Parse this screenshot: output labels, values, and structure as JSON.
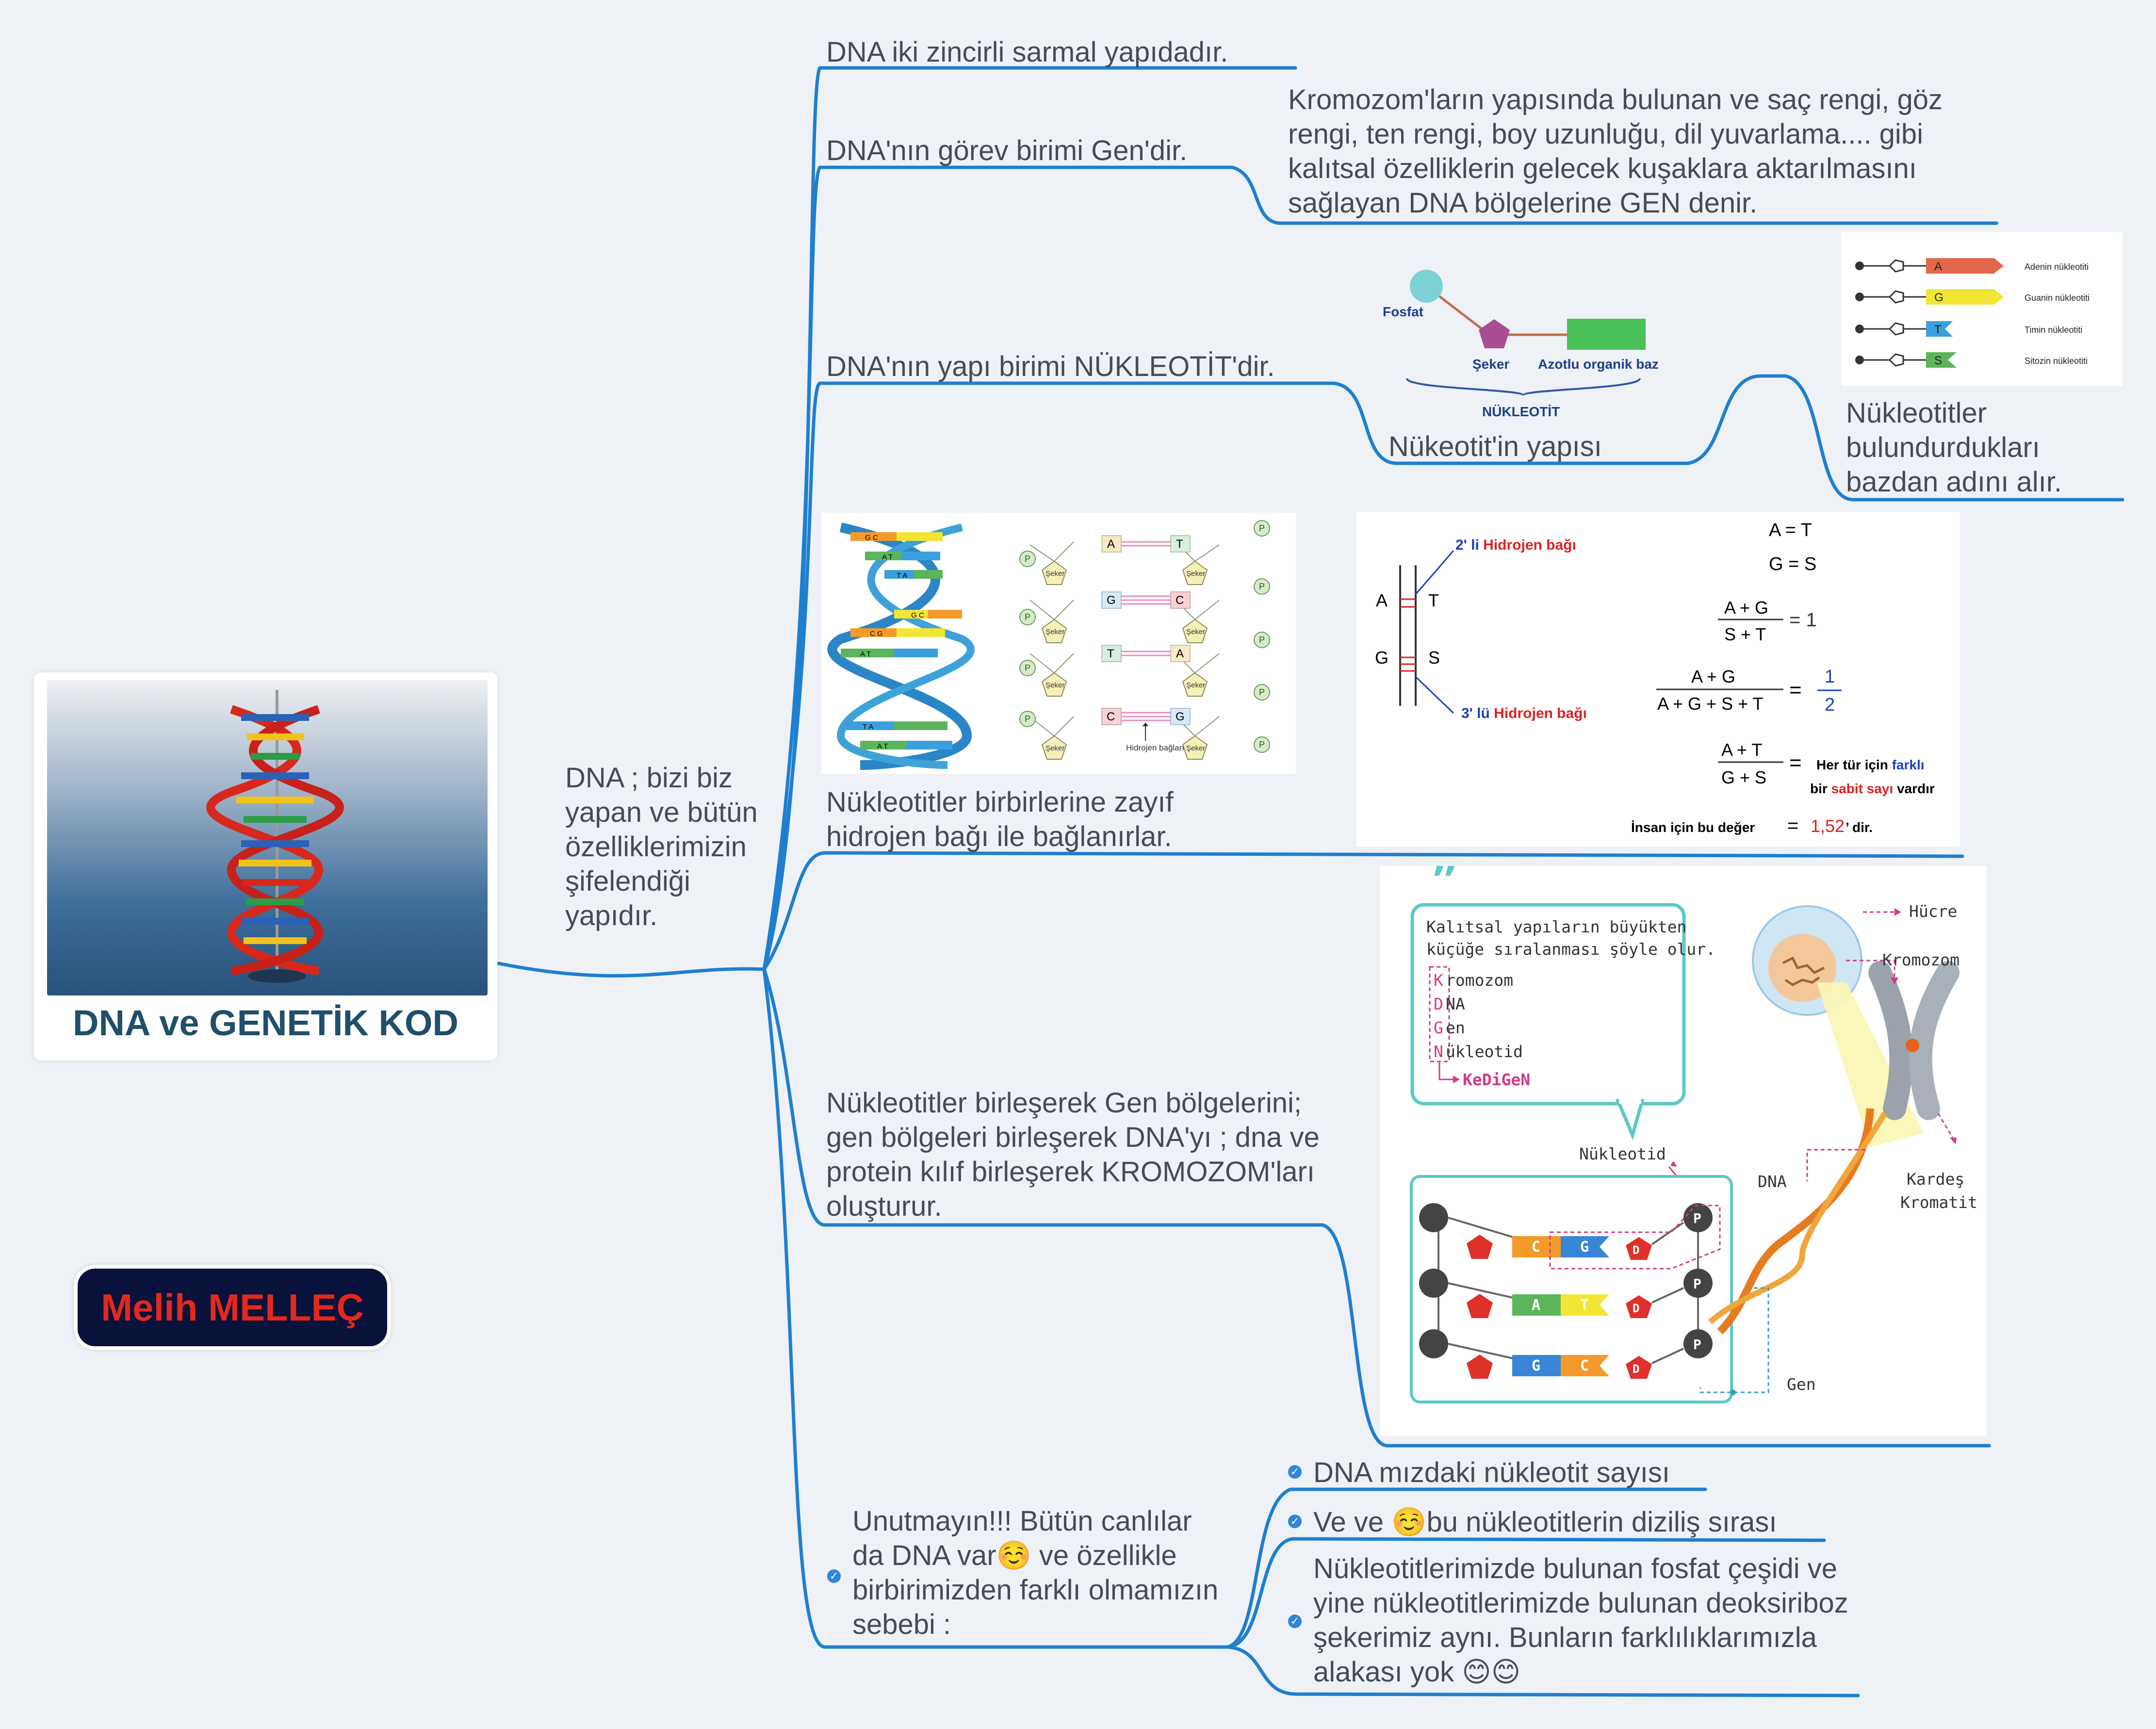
{
  "root": {
    "title": "DNA ve GENETİK KOD"
  },
  "author": "Melih MELLEÇ",
  "central": {
    "text": "DNA ; bizi biz yapan ve bütün özelliklerimizin şifelendiği yapıdır."
  },
  "branches": {
    "b1": "DNA iki zincirli sarmal yapıdadır.",
    "b2": "DNA'nın görev birimi Gen'dir.",
    "b2_child": "Kromozom'ların yapısında bulunan ve saç rengi, göz rengi, ten rengi, boy uzunluğu, dil yuvarlama.... gibi kalıtsal özelliklerin gelecek kuşaklara aktarılmasını sağlayan DNA bölgelerine GEN denir.",
    "b3": "DNA'nın yapı birimi NÜKLEOTİT'dir.",
    "b3_child": "Nükeotit'in yapısı",
    "b3_grandchild": "Nükleotitler bulundurdukları bazdan adını alır.",
    "b4": "Nükleotitler birbirlerine zayıf hidrojen bağı ile bağlanırlar.",
    "b5": "Nükleotitler birleşerek Gen bölgelerini; gen bölgeleri birleşerek DNA'yı ; dna ve protein kılıf birleşerek KROMOZOM'ları oluşturur.",
    "b6": "Unutmayın!!! Bütün canlılar da DNA var☺️ ve özellikle birbirimizden farklı olmamızın sebebi :",
    "b6_children": [
      "DNA mızdaki nükleotit sayısı",
      "Ve ve ☺️bu nükleotitlerin diziliş sırası",
      "Nükleotitlerimizde bulunan fosfat çeşidi ve yine nükleotitlerimizde bulunan deoksiriboz şekerimiz aynı. Bunların farklılıklarımızla alakası yok 😊😊"
    ]
  },
  "nucleotide_figure": {
    "fosfat": "Fosfat",
    "seker": "Şeker",
    "baz": "Azotlu organik baz",
    "caption": "NÜKLEOTİT"
  },
  "base_figure": {
    "rows": [
      {
        "letter": "A",
        "label": "Adenin nükleotiti",
        "color": "#e2674a"
      },
      {
        "letter": "G",
        "label": "Guanin nükleotiti",
        "color": "#f2e534"
      },
      {
        "letter": "T",
        "label": "Timin nükleotiti",
        "color": "#3a9fdc"
      },
      {
        "letter": "S",
        "label": "Sitozin nükleotiti",
        "color": "#5bb55a"
      }
    ]
  },
  "ladder_figure": {
    "left_letters": [
      "A",
      "G",
      "T",
      "C"
    ],
    "right_letters": [
      "T",
      "C",
      "A",
      "G"
    ],
    "p": "P",
    "seker": "Şeker",
    "hbond": "Hidrojen bağları",
    "helix_pairs": [
      "G C",
      "A T",
      "T A",
      "G C",
      "C G",
      "A T",
      "T A",
      "A T"
    ]
  },
  "rules_figure": {
    "h2": "2' li Hidrojen bağı",
    "h2_prefix": "2' li ",
    "h2_word": "Hidrojen bağı",
    "h3_prefix": "3' lü ",
    "h3_word": "Hidrojen bağı",
    "A": "A",
    "T": "T",
    "G": "G",
    "S": "S",
    "eq1": "A = T",
    "eq2": "G = S",
    "f1_num": "A + G",
    "f1_den": "S + T",
    "f1_val": "= 1",
    "f2_num": "A + G",
    "f2_den": "A + G + S + T",
    "f2_eq": "=",
    "f2_vnum": "1",
    "f2_vden": "2",
    "f3_num": "A + T",
    "f3_den": "G + S",
    "f3_eq": "=",
    "f3_l1a": "Her tür için ",
    "f3_l1b": "farklı",
    "f3_l2a": "bir ",
    "f3_l2b": "sabit sayı",
    "f3_l2c": " vardır",
    "human_a": "İnsan için bu değer",
    "human_eq": "=",
    "human_val": "1,52",
    "human_b": "’ dir."
  },
  "structure_figure": {
    "quote": [
      "Kalıtsal yapıların büyükten",
      "küçüğe sıralanması şöyle olur."
    ],
    "list": [
      {
        "k": "K",
        "rest": "romozom"
      },
      {
        "k": "D",
        "rest": "NA"
      },
      {
        "k": "G",
        "rest": "en"
      },
      {
        "k": "N",
        "rest": "ükleotid"
      }
    ],
    "mnemonic": "KeDiGeN",
    "nukleotid": "Nükleotid",
    "hucre": "Hücre",
    "kromozom": "Kromozom",
    "dna": "DNA",
    "kardes": "Kardeş",
    "kromatit": "Kromatit",
    "gen": "Gen",
    "rows": [
      [
        "C",
        "G",
        "D"
      ],
      [
        "A",
        "T",
        "D"
      ],
      [
        "G",
        "C",
        "D"
      ]
    ],
    "p": "P"
  }
}
